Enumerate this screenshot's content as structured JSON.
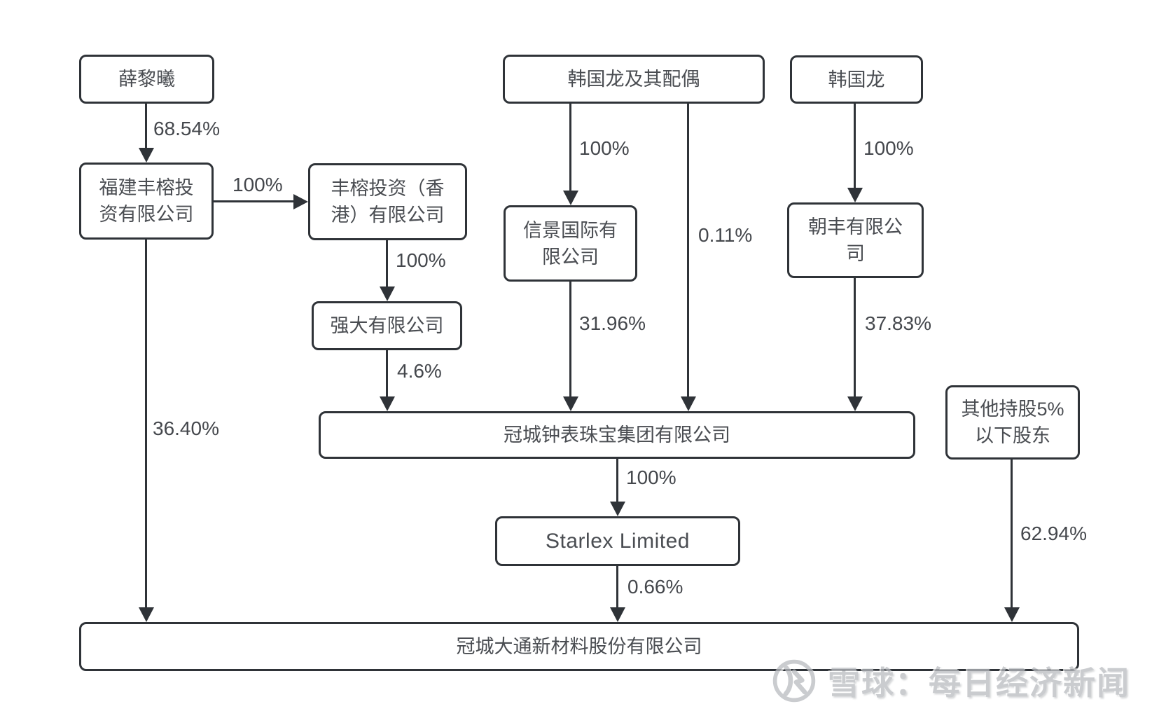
{
  "diagram": {
    "nodes": {
      "xue_lixi": {
        "label": "薛黎曦"
      },
      "fujian_fengrong": {
        "label": "福建丰榕投\n资有限公司"
      },
      "fengrong_hk": {
        "label": "丰榕投资（香\n港）有限公司"
      },
      "qiangda": {
        "label": "强大有限公司"
      },
      "han_guolong_spouse": {
        "label": "韩国龙及其配偶"
      },
      "xinjing_intl": {
        "label": "信景国际有\n限公司"
      },
      "han_guolong": {
        "label": "韩国龙"
      },
      "chaofeng": {
        "label": "朝丰有限公\n司"
      },
      "guancheng_watch": {
        "label": "冠城钟表珠宝集团有限公司"
      },
      "other_shareholders": {
        "label": "其他持股5%\n以下股东"
      },
      "starlex": {
        "label": "Starlex Limited"
      },
      "guancheng_datong": {
        "label": "冠城大通新材料股份有限公司"
      }
    },
    "edges": {
      "xue_to_fujian": {
        "label": "68.54%"
      },
      "fujian_to_hk": {
        "label": "100%"
      },
      "hk_to_qiangda": {
        "label": "100%"
      },
      "qiangda_to_watch": {
        "label": "4.6%"
      },
      "spouse_to_xinjing": {
        "label": "100%"
      },
      "xinjing_to_watch": {
        "label": "31.96%"
      },
      "spouse_to_watch": {
        "label": "0.11%"
      },
      "han_to_chaofeng": {
        "label": "100%"
      },
      "chaofeng_to_watch": {
        "label": "37.83%"
      },
      "watch_to_starlex": {
        "label": "100%"
      },
      "starlex_to_datong": {
        "label": "0.66%"
      },
      "fujian_to_datong": {
        "label": "36.40%"
      },
      "other_to_datong": {
        "label": "62.94%"
      }
    },
    "watermark": {
      "source_label": "雪球：每日经济新闻"
    },
    "colors": {
      "line": "#2f3338",
      "text": "#4a4d52",
      "background": "#ffffff",
      "watermark": "#b9bcc0"
    }
  }
}
